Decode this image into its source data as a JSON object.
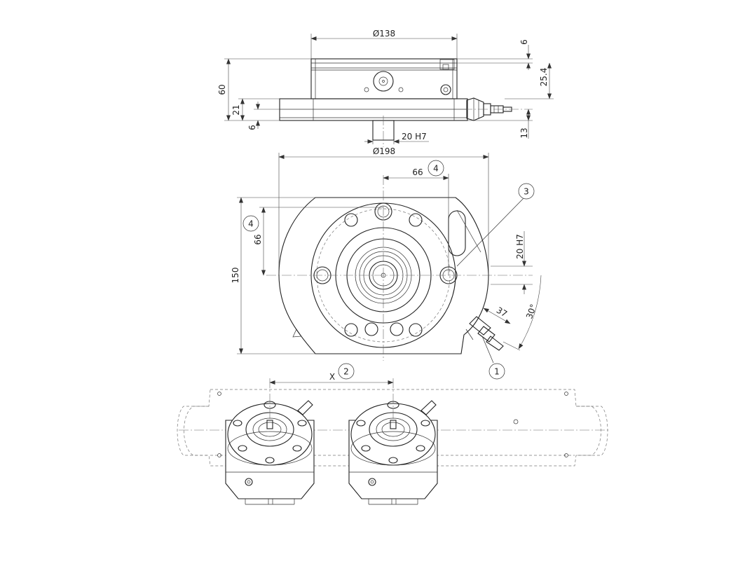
{
  "dimensions": {
    "top_diameter": "Ø138",
    "top_6": "6",
    "top_25_4": "25.4",
    "top_60": "60",
    "top_21": "21",
    "top_6_low": "6",
    "top_13": "13",
    "top_fit": "20 H7",
    "plan_diameter": "Ø198",
    "plan_66_h": "66",
    "plan_66_v": "66",
    "plan_150": "150",
    "plan_fit": "20 H7",
    "plan_37": "37",
    "plan_angle": "30°",
    "bottom_x": "X"
  },
  "balloons": {
    "b1": "1",
    "b2": "2",
    "b3": "3",
    "b4_top": "4",
    "b4_left": "4"
  },
  "colors": {
    "line": "#222222",
    "background": "#ffffff"
  }
}
